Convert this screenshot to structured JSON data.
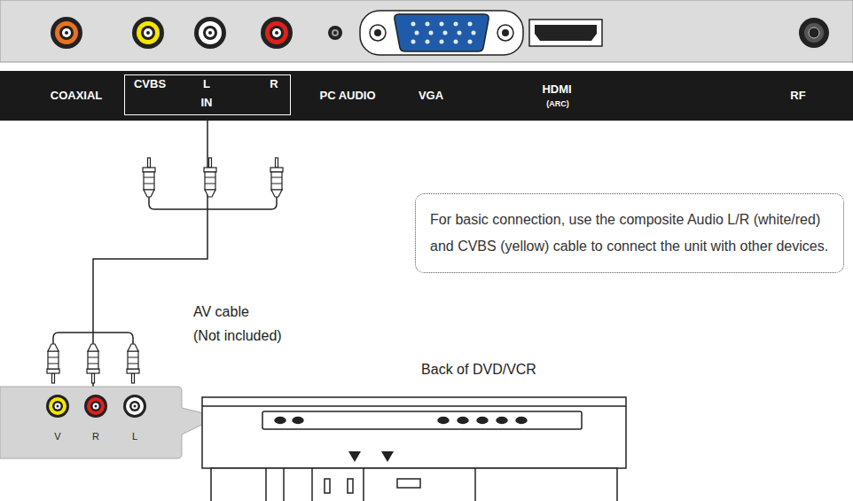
{
  "diagram": {
    "nodes": [
      {
        "text": [
          "COAXIAL",
          "PC AUDIO",
          "VGA",
          "HDMI",
          "(ARC)",
          "RF"
        ]
      },
      {
        "text": [
          "CVBS",
          "L",
          "R",
          "IN"
        ],
        "in": 0
      },
      {
        "text": [
          "For basic connection, use the composite Audio L/R (white/red) and CVBS (yellow) cable to connect the unit with other devices."
        ]
      },
      {
        "text": [
          "V",
          "R",
          "L"
        ]
      }
    ],
    "edges": [
      {
        "from": 1,
        "to": 3,
        "arrow": "none"
      }
    ],
    "labels": [
      "AV cable",
      "(Not included)",
      "Back of DVD/VCR"
    ]
  }
}
